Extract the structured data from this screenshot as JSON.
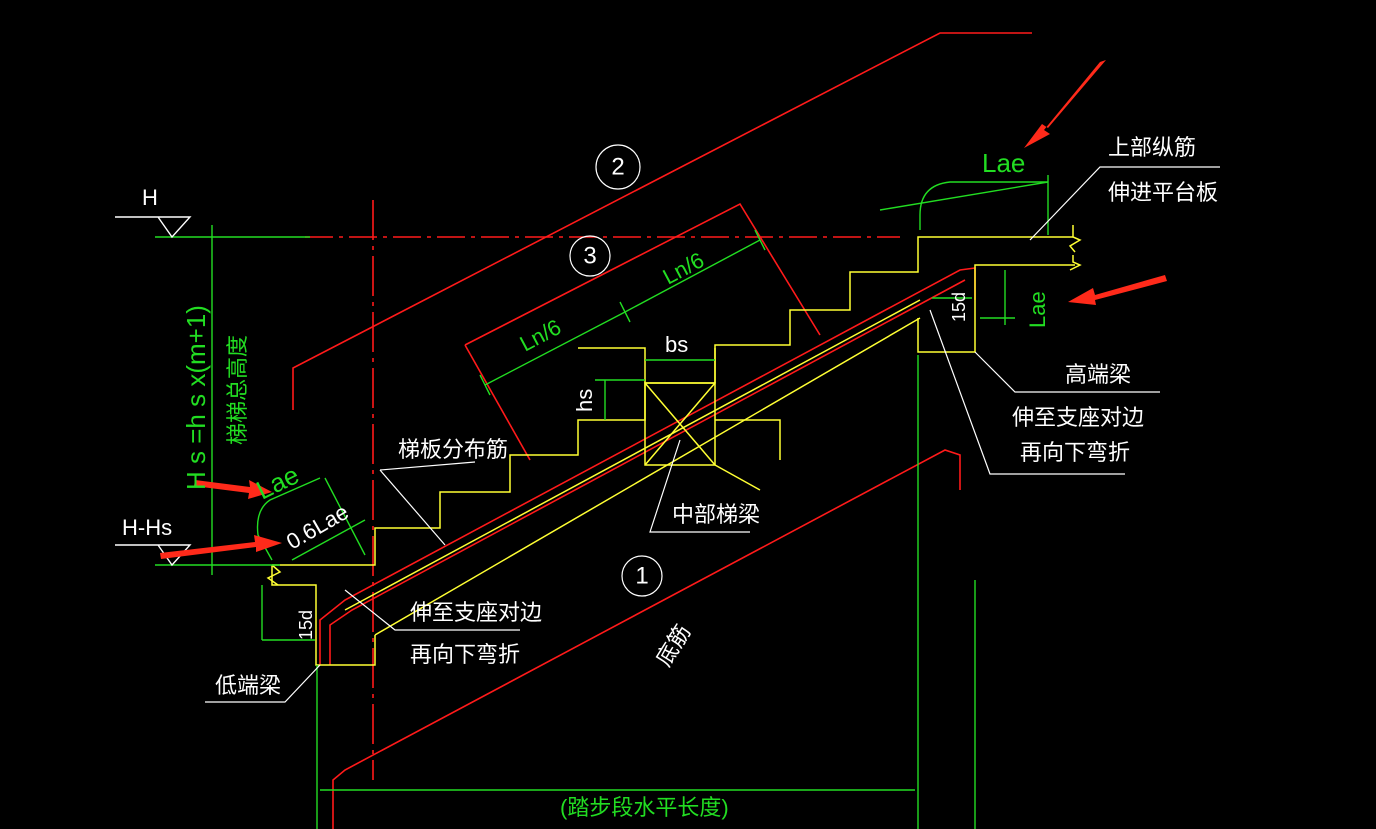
{
  "labels": {
    "H": "H",
    "H_minus_Hs": "H-Hs",
    "Hs_formula": "H s =h s x(m+1)",
    "stair_height": "梯梯总高度",
    "Lae_top": "Lae",
    "Lae_vertical": "Lae",
    "Lae_low": "Lae",
    "lae_06": "0.6Lae",
    "ln6_left": "Ln/6",
    "ln6_right": "Ln/6",
    "bs": "bs",
    "hs": "hs",
    "d15_top": "15d",
    "d15_bottom": "15d",
    "upper_rebar_1": "上部纵筋",
    "upper_rebar_2": "伸进平台板",
    "high_beam": "高端梁",
    "extend_top_1": "伸至支座对边",
    "extend_top_2": "再向下弯折",
    "slab_dist_rebar": "梯板分布筋",
    "mid_beam": "中部梯梁",
    "extend_bot_1": "伸至支座对边",
    "extend_bot_2": "再向下弯折",
    "low_beam": "低端梁",
    "bottom_rebar": "底筋",
    "tread_length": "(踏步段水平长度)",
    "circle_1": "1",
    "circle_2": "2",
    "circle_3": "3"
  },
  "colors": {
    "background": "#000000",
    "red_line": "#ff1a1a",
    "yellow_line": "#ffff33",
    "green_line": "#22dd22",
    "white_line": "#ffffff",
    "arrow": "#ff2a1a"
  }
}
